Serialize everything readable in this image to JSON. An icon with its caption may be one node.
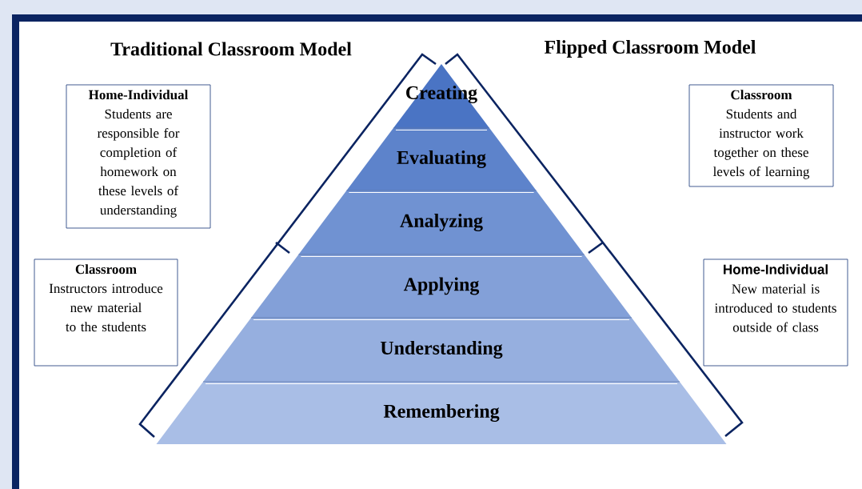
{
  "diagram": {
    "labels": [
      "Traditional Classroom Model",
      "Flipped Classroom Model"
    ],
    "nodes": [
      {
        "text": [
          "Home-Individual",
          "Students are responsible for completion of homework on these levels of understanding"
        ]
      },
      {
        "text": [
          "Classroom",
          "Students and instructor work together on these levels of learning"
        ]
      },
      {
        "text": [
          "Creating"
        ]
      },
      {
        "text": [
          "Evaluating"
        ]
      },
      {
        "text": [
          "Analyzing"
        ]
      },
      {
        "text": [
          "Classroom",
          "Instructors introduce new material to the students"
        ]
      },
      {
        "text": [
          "Applying"
        ]
      },
      {
        "text": [
          "Home-Individual",
          "New material is introduced to students outside of class"
        ]
      },
      {
        "text": [
          "Understanding"
        ]
      },
      {
        "text": [
          "Remembering"
        ]
      }
    ]
  }
}
